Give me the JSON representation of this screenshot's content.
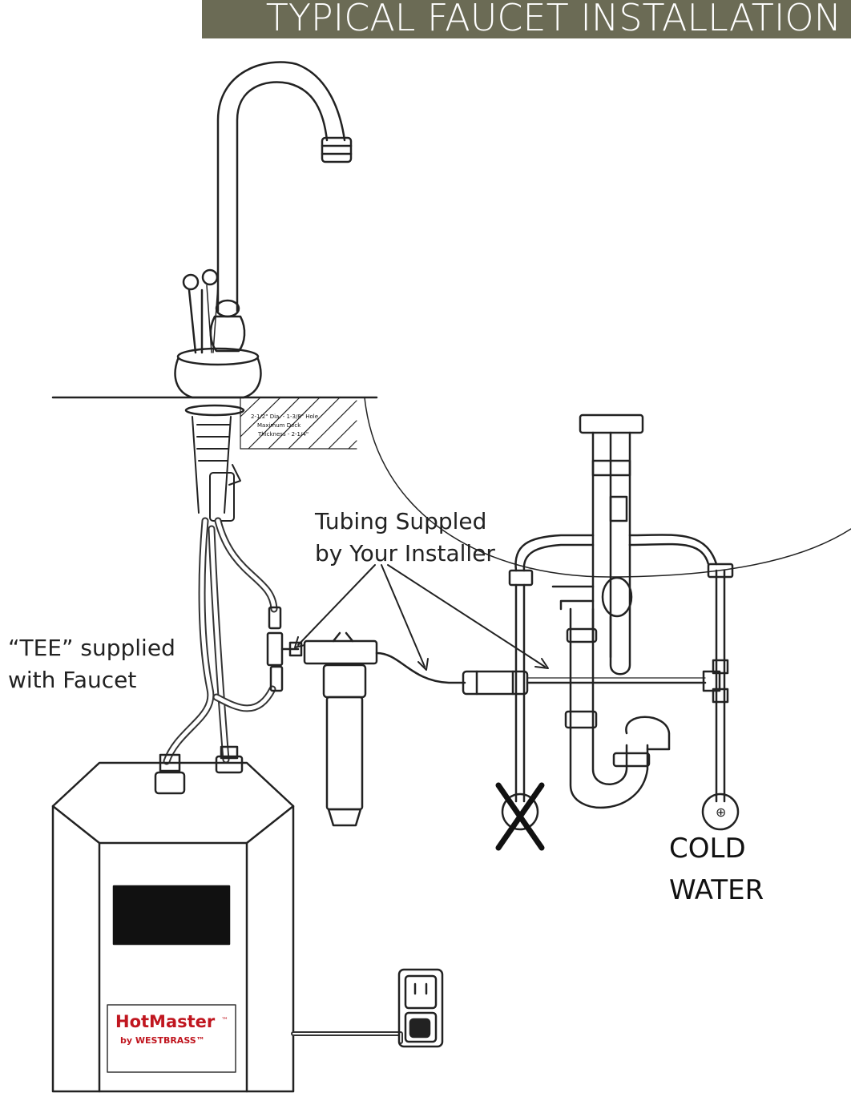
{
  "header": {
    "title": "TYPICAL FAUCET INSTALLATION"
  },
  "labels": {
    "hole_line1": "2-1/2\" Dia. - 1-3/8\" Hole",
    "hole_line2": "Maximum Deck",
    "hole_line3": "Thickness - 2-1/4\"",
    "tubing_line1": "Tubing Suppled",
    "tubing_line2": "by Your Installer",
    "tee_line1": "“TEE” supplied",
    "tee_line2": "with Faucet",
    "cold_line1": "COLD",
    "cold_line2": "WATER",
    "brand_name": "HotMaster",
    "brand_tm": "™",
    "brand_sub": "by WESTBRASS™"
  },
  "colors": {
    "header_bg": "#6b6b55",
    "brand_red": "#c0161f",
    "line": "#222222"
  }
}
